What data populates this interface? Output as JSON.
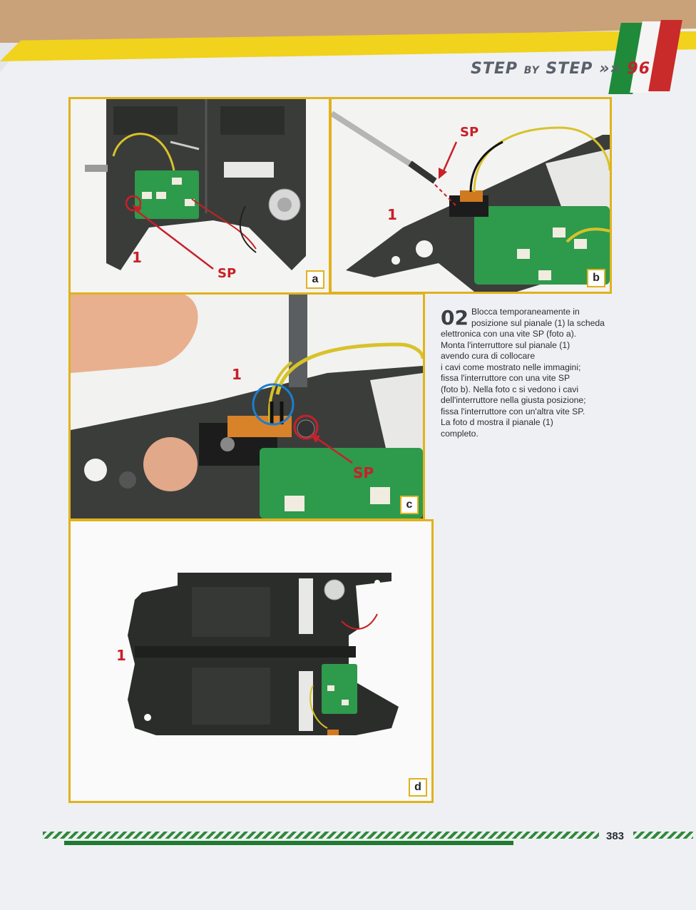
{
  "header": {
    "step": "STEP",
    "by": "BY",
    "step2": "STEP",
    "chevrons": "»",
    "issue": "96"
  },
  "step_tag": "02",
  "panels": {
    "a": {
      "letter": "a",
      "label_part": "1",
      "label_screw": "SP"
    },
    "b": {
      "letter": "b",
      "label_part": "1",
      "label_screw": "SP"
    },
    "c": {
      "letter": "c",
      "label_part": "1",
      "label_screw": "SP"
    },
    "d": {
      "letter": "d",
      "label_part": "1"
    }
  },
  "instructions": {
    "step_number": "02",
    "lines": [
      "Blocca temporaneamente in",
      "posizione sul pianale (1) la scheda",
      "elettronica con una vite SP (foto a).",
      "Monta l'interruttore sul pianale (1)",
      "avendo cura di collocare",
      "i cavi come mostrato nelle immagini;",
      "fissa l'interruttore con una vite SP",
      "(foto b). Nella foto c si vedono i cavi",
      "dell'interruttore nella giusta posizione;",
      "fissa l'interruttore con un'altra vite SP.",
      "La foto d mostra il pianale (1)",
      "completo."
    ]
  },
  "footer": {
    "page_number": "383"
  },
  "colors": {
    "accent_yellow": "#f1d21c",
    "label_red": "#c8202a",
    "footer_green": "#1f7a30"
  }
}
